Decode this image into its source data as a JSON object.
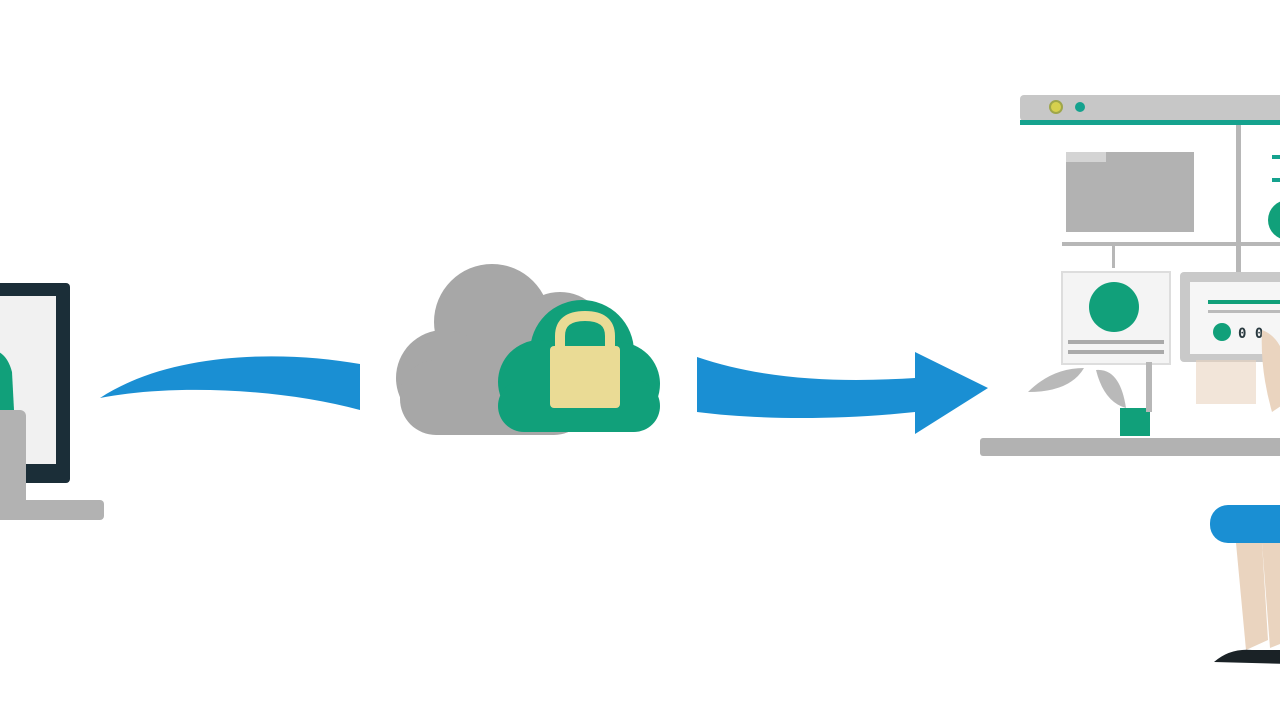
{
  "diagram": {
    "type": "secure-cloud-transfer-illustration",
    "flow": [
      "user-computer",
      "secure-cloud",
      "office-workstation"
    ],
    "icons": {
      "source": "desktop-monitor-icon",
      "cloud": "cloud-icon",
      "lock": "padlock-icon",
      "destination": "workstation-browser-icon",
      "person": "seated-person-icon"
    },
    "screen_glyphs": "0 0"
  },
  "colors": {
    "background": "#ffffff",
    "arrow_blue": "#1a8fd3",
    "accent_green": "#11a07a",
    "cloud_gray": "#a7a7a7",
    "lock_yellow": "#eadb95",
    "frame_gray": "#b2b2b2",
    "monitor_dark": "#1b2e38",
    "browser_bar": "#c7c7c7",
    "browser_accent": "#15a28e",
    "leg_skin": "#ead4bf",
    "shoe_dark": "#1a2226"
  }
}
